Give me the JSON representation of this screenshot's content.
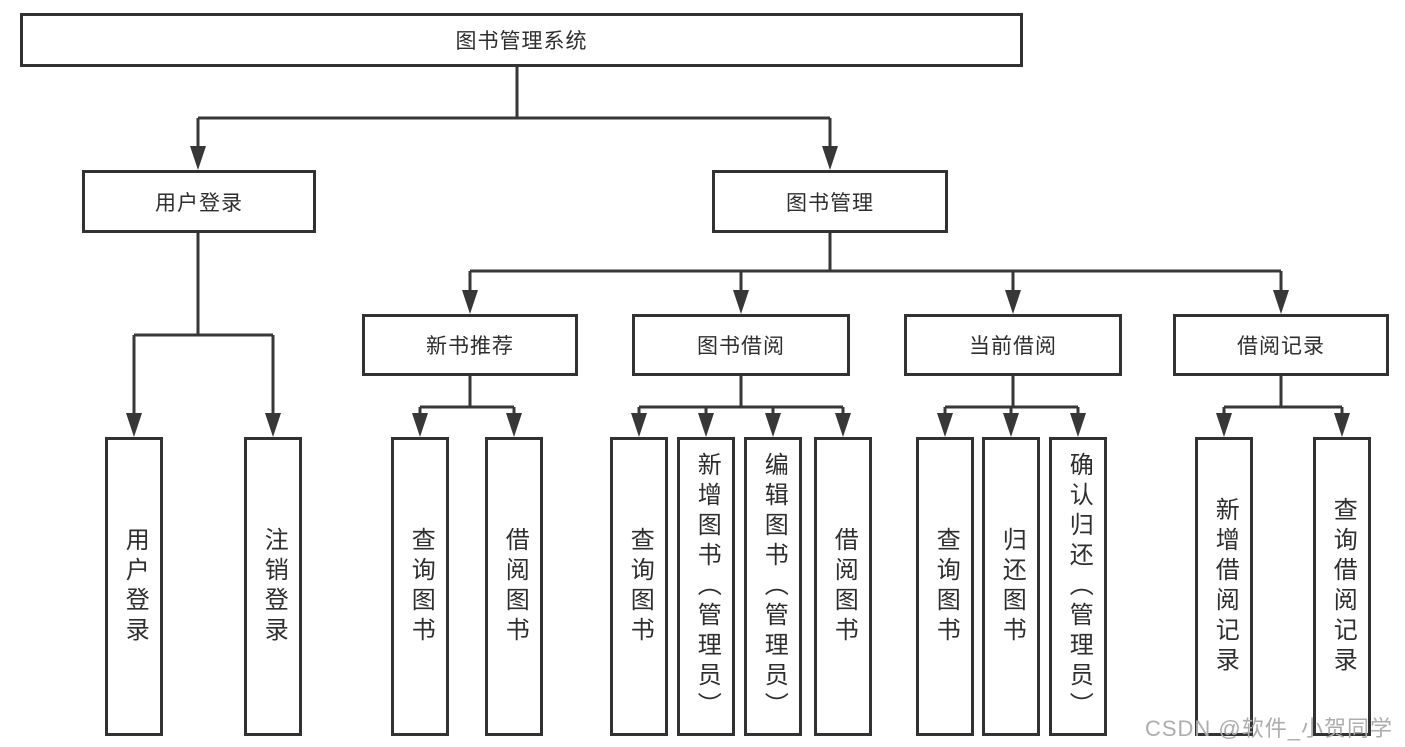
{
  "tree": {
    "label": "图书管理系统",
    "children": [
      {
        "label": "用户登录",
        "children": [
          {
            "label": "用户登录"
          },
          {
            "label": "注销登录"
          }
        ]
      },
      {
        "label": "图书管理",
        "children": [
          {
            "label": "新书推荐",
            "children": [
              {
                "label": "查询图书"
              },
              {
                "label": "借阅图书"
              }
            ]
          },
          {
            "label": "图书借阅",
            "children": [
              {
                "label": "查询图书"
              },
              {
                "label": "新增图书（管理员）"
              },
              {
                "label": "编辑图书（管理员）"
              },
              {
                "label": "借阅图书"
              }
            ]
          },
          {
            "label": "当前借阅",
            "children": [
              {
                "label": "查询图书"
              },
              {
                "label": "归还图书"
              },
              {
                "label": "确认归还（管理员）"
              }
            ]
          },
          {
            "label": "借阅记录",
            "children": [
              {
                "label": "新增借阅记录"
              },
              {
                "label": "查询借阅记录"
              }
            ]
          }
        ]
      }
    ]
  },
  "watermark": {
    "text": "CSDN @软件_小贺同学"
  },
  "colors": {
    "box_border": "#323232",
    "connector": "#373737",
    "text": "#2e2e2e",
    "background": "#ffffff",
    "watermark_text": "#adadad"
  }
}
